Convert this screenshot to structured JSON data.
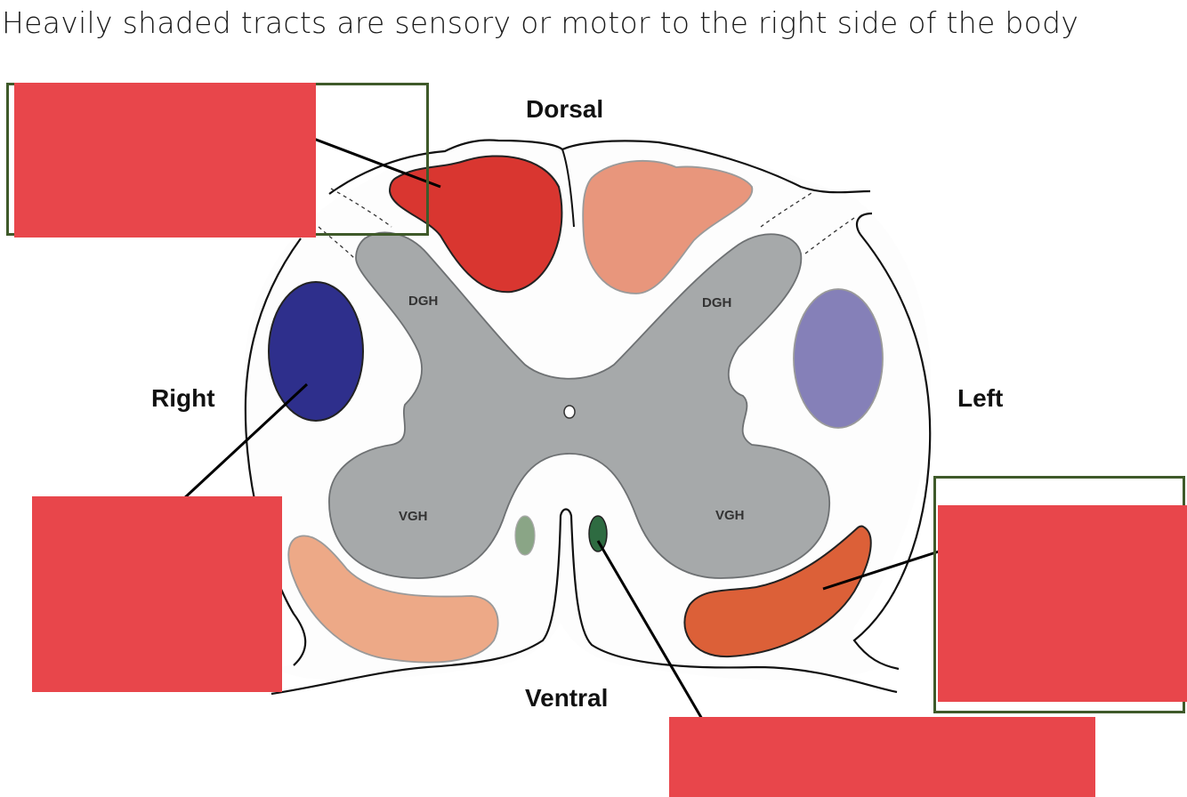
{
  "heading": "Heavily shaded tracts are sensory or motor to the right side of the body",
  "orientation": {
    "dorsal": "Dorsal",
    "ventral": "Ventral",
    "right": "Right",
    "left": "Left"
  },
  "gray_matter_labels": {
    "dgh_right": "DGH",
    "dgh_left": "DGH",
    "vgh_right": "VGH",
    "vgh_left": "VGH"
  },
  "colors": {
    "gray_matter": "#a6a9aa",
    "dorsal_column_dark": "#d93630",
    "dorsal_column_light": "#e8967c",
    "lateral_dark": "#2e2f8c",
    "lateral_light": "#8580b8",
    "ventral_light": "#eda987",
    "ventral_dark": "#dc6038",
    "medial_dark": "#2e6b41",
    "medial_light": "#8aa586",
    "answer_box": "#e8464b",
    "frame": "#3f5a2a"
  }
}
